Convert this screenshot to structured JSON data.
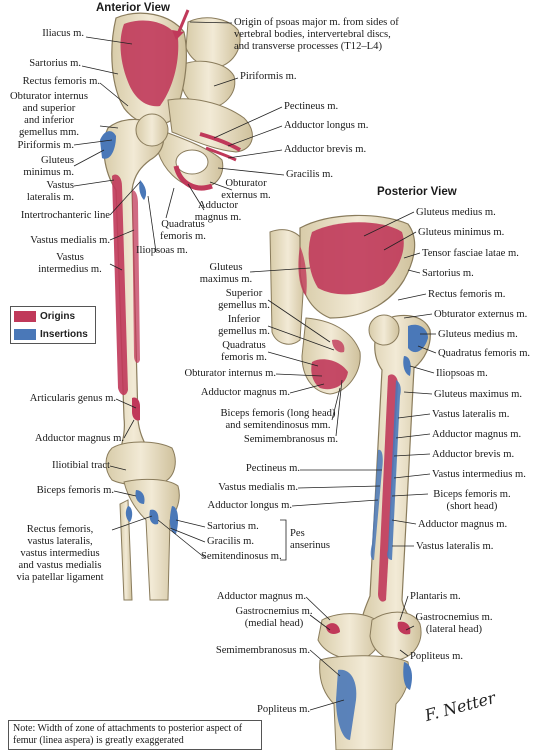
{
  "anterior_title": "Anterior View",
  "posterior_title": "Posterior View",
  "legend": {
    "origins": "Origins",
    "insertions": "Insertions"
  },
  "colors": {
    "origin": "#c0395a",
    "insertion": "#4a78b8",
    "bone": "#ece3cc",
    "bone_shadow": "#c9bc9a",
    "line": "#222222"
  },
  "note": "Note: Width of zone of attachments to posterior aspect of femur (linea aspera) is greatly exaggerated",
  "signature": "F. Netter",
  "anterior_left": {
    "iliacus": "Iliacus m.",
    "sartorius": "Sartorius m.",
    "rectus_femoris": "Rectus femoris m.",
    "obturator_internus": "Obturator internus\nand superior\nand inferior\ngemellus mm.",
    "piriformis": "Piriformis m.",
    "gluteus_minimus": "Gluteus\nminimus m.",
    "vastus_lateralis": "Vastus\nlateralis m.",
    "intertrochanteric": "Intertrochanteric line",
    "vastus_medialis": "Vastus medialis m.",
    "vastus_intermedius": "Vastus\nintermedius m.",
    "articularis_genus": "Articularis genus m.",
    "adductor_magnus": "Adductor magnus m.",
    "iliotibial": "Iliotibial tract",
    "biceps_femoris": "Biceps femoris m.",
    "rectus_patellar": "Rectus femoris,\nvastus lateralis,\nvastus intermedius\nand vastus medialis\nvia patellar ligament"
  },
  "anterior_right": {
    "psoas_origin": "Origin of psoas major m. from sides of\nvertebral bodies, intervertebral discs,\nand transverse processes (T12–L4)",
    "piriformis": "Piriformis m.",
    "pectineus": "Pectineus m.",
    "adductor_longus": "Adductor longus m.",
    "adductor_brevis": "Adductor brevis m.",
    "gracilis": "Gracilis m.",
    "obturator_externus": "Obturator\nexternus m.",
    "adductor_magnus": "Adductor\nmagnus m.",
    "quadratus_femoris": "Quadratus\nfemoris m.",
    "iliopsoas": "Iliopsoas m.",
    "sartorius": "Sartorius m.",
    "gracilis_lower": "Gracilis m.",
    "semitendinosus": "Semitendinosus m.",
    "pes": "Pes\nanserinus"
  },
  "posterior_left": {
    "gluteus_maximus": "Gluteus\nmaximus m.",
    "superior_gemellus": "Superior\ngemellus m.",
    "inferior_gemellus": "Inferior\ngemellus m.",
    "quadratus_femoris": "Quadratus\nfemoris m.",
    "obturator_internus": "Obturator internus m.",
    "adductor_magnus": "Adductor magnus m.",
    "biceps_semi": "Biceps femoris (long head)\nand semitendinosus mm.",
    "semimembranosus": "Semimembranosus m.",
    "pectineus": "Pectineus m.",
    "vastus_medialis": "Vastus medialis m.",
    "adductor_longus": "Adductor longus m.",
    "adductor_magnus_lower": "Adductor magnus m.",
    "gastrocnemius_medial": "Gastrocnemius m.\n(medial head)",
    "semimembranosus_lower": "Semimembranosus m.",
    "popliteus_lower": "Popliteus m."
  },
  "posterior_right": {
    "gluteus_medius": "Gluteus medius m.",
    "gluteus_minimus": "Gluteus minimus m.",
    "tensor": "Tensor fasciae latae m.",
    "sartorius": "Sartorius m.",
    "rectus_femoris": "Rectus femoris m.",
    "obturator_externus": "Obturator externus m.",
    "gluteus_medius2": "Gluteus medius m.",
    "quadratus_femoris": "Quadratus femoris m.",
    "iliopsoas": "Iliopsoas m.",
    "gluteus_maximus": "Gluteus maximus m.",
    "vastus_lateralis": "Vastus lateralis m.",
    "adductor_magnus": "Adductor magnus m.",
    "adductor_brevis": "Adductor brevis m.",
    "vastus_intermedius": "Vastus intermedius m.",
    "biceps_short": "Biceps femoris m.\n(short head)",
    "adductor_magnus2": "Adductor magnus m.",
    "vastus_lateralis2": "Vastus lateralis m.",
    "plantaris": "Plantaris m.",
    "gastrocnemius_lateral": "Gastrocnemius m.\n(lateral head)",
    "popliteus": "Popliteus m."
  }
}
